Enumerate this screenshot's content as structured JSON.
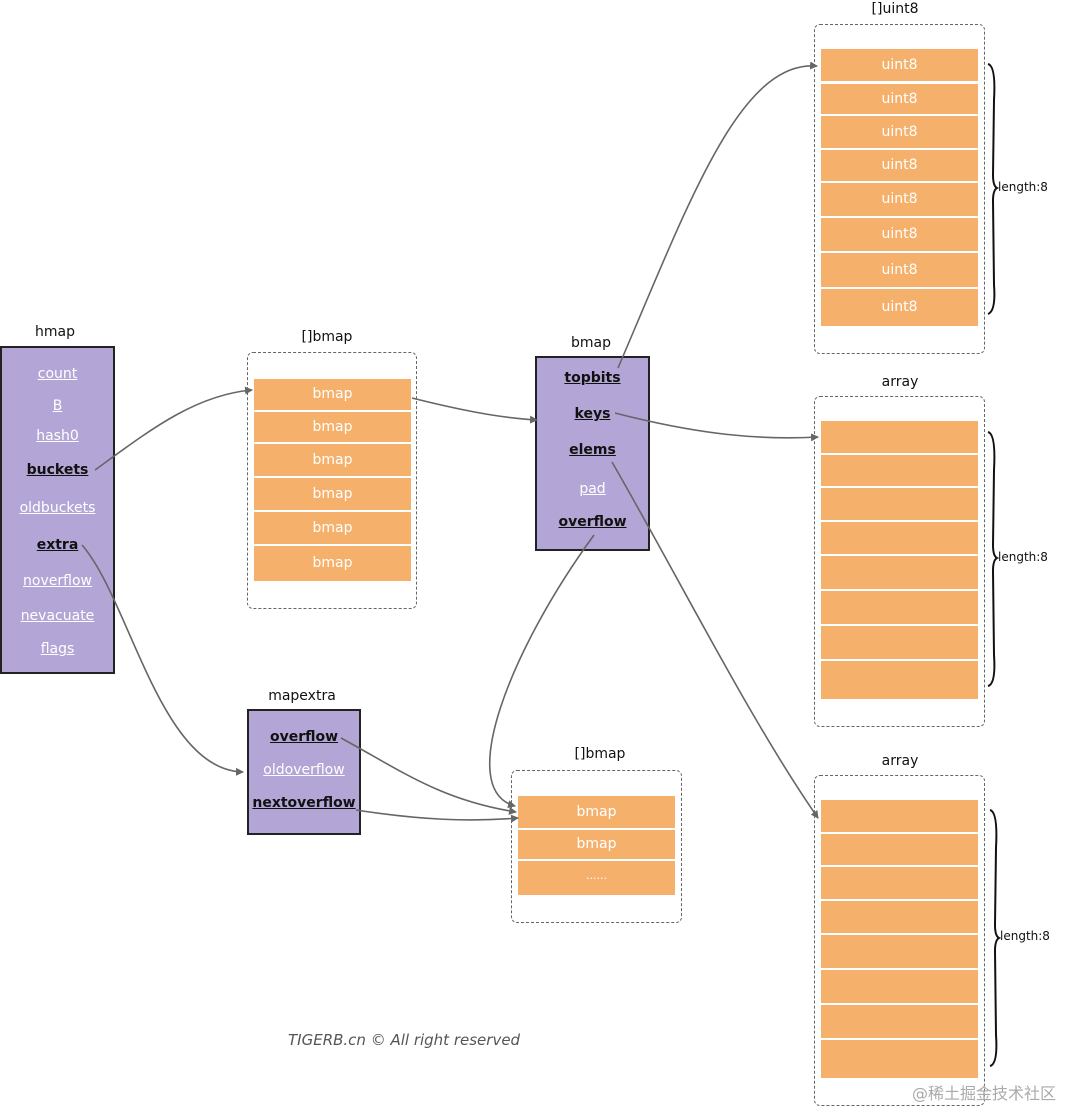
{
  "hmap": {
    "title": "hmap",
    "fields": [
      {
        "label": "count",
        "style": "light"
      },
      {
        "label": "B",
        "style": "light"
      },
      {
        "label": "hash0",
        "style": "light"
      },
      {
        "label": "buckets",
        "style": "bold"
      },
      {
        "label": "oldbuckets",
        "style": "light"
      },
      {
        "label": "extra",
        "style": "bold"
      },
      {
        "label": "noverflow",
        "style": "light"
      },
      {
        "label": "nevacuate",
        "style": "light"
      },
      {
        "label": "flags",
        "style": "light"
      }
    ]
  },
  "buckets_array": {
    "title": "[]bmap",
    "cells": [
      "bmap",
      "bmap",
      "bmap",
      "bmap",
      "bmap",
      "bmap"
    ]
  },
  "bmap": {
    "title": "bmap",
    "fields": [
      {
        "label": "topbits",
        "style": "bold"
      },
      {
        "label": "keys",
        "style": "bold"
      },
      {
        "label": "elems",
        "style": "bold"
      },
      {
        "label": "pad",
        "style": "light"
      },
      {
        "label": "overflow",
        "style": "bold"
      }
    ]
  },
  "mapextra": {
    "title": "mapextra",
    "fields": [
      {
        "label": "overflow",
        "style": "bold"
      },
      {
        "label": "oldoverflow",
        "style": "light"
      },
      {
        "label": "nextoverflow",
        "style": "bold"
      }
    ]
  },
  "overflow_array": {
    "title": "[]bmap",
    "cells": [
      "bmap",
      "bmap",
      "......"
    ]
  },
  "uint8_array": {
    "title": "[]uint8",
    "cells": [
      "uint8",
      "uint8",
      "uint8",
      "uint8",
      "uint8",
      "uint8",
      "uint8",
      "uint8"
    ],
    "length_label": "length:8"
  },
  "keys_array": {
    "title": "array",
    "cells": [
      "",
      "",
      "",
      "",
      "",
      "",
      "",
      ""
    ],
    "length_label": "length:8"
  },
  "elems_array": {
    "title": "array",
    "cells": [
      "",
      "",
      "",
      "",
      "",
      "",
      "",
      ""
    ],
    "length_label": "length:8"
  },
  "footer": "TIGERB.cn © All right reserved",
  "watermark": "@稀土掘金技术社区",
  "colors": {
    "struct_fill": "#b3a6d6",
    "cell_fill": "#f5b16b",
    "arrow": "#666666"
  }
}
